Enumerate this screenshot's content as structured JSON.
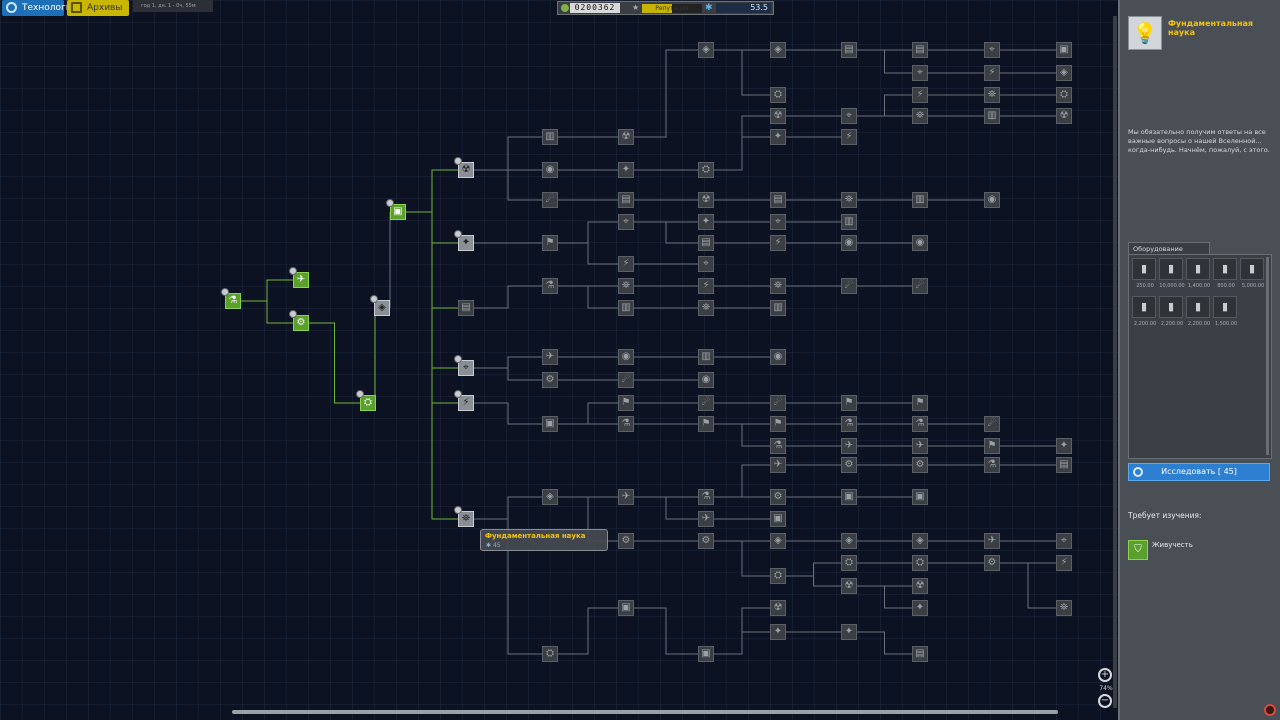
{
  "top_bar": {
    "tabs": [
      {
        "label": "Технологии",
        "icon": "gear-icon",
        "active": true
      },
      {
        "label": "Архивы",
        "icon": "archive-icon",
        "active": false
      }
    ],
    "clock": "год 1, дн. 1 - 0ч, 55м"
  },
  "hud": {
    "funds": "0200362",
    "reputation_label": "Репутация",
    "reputation_fraction": 0.5,
    "science": "53.5"
  },
  "tooltip": {
    "title": "Фундаментальная наука",
    "cost": "45"
  },
  "zoom": {
    "level": "74%"
  },
  "panel": {
    "title": "Фундаментальная наука",
    "description": "Мы обязательно получим ответы на все важные вопросы о нашей Вселенной... когда-нибудь. Начнём, пожалуй, с этого.",
    "equipment_label": "Оборудование",
    "parts": [
      {
        "icon": "capsule-part-icon",
        "cost": "250.00"
      },
      {
        "icon": "antenna-part-icon",
        "cost": "10,000.00"
      },
      {
        "icon": "pod-part-icon",
        "cost": "1,400.00"
      },
      {
        "icon": "plant-part-icon",
        "cost": "800.00"
      },
      {
        "icon": "container-part-icon",
        "cost": "5,000.00"
      },
      {
        "icon": "canister-part-icon",
        "cost": "2,200.00"
      },
      {
        "icon": "rod-part-icon",
        "cost": "2,200.00"
      },
      {
        "icon": "cylinder-part-icon",
        "cost": "2,200.00"
      },
      {
        "icon": "probe-part-icon",
        "cost": "1,500.00"
      }
    ],
    "research_button": "Исследовать [  45]",
    "requires_label": "Требует изучения:",
    "requires_item": "Живучесть",
    "colors": {
      "research": "#2d7fd2",
      "researched": "#5aa02c",
      "title": "#f1c40f"
    }
  }
}
